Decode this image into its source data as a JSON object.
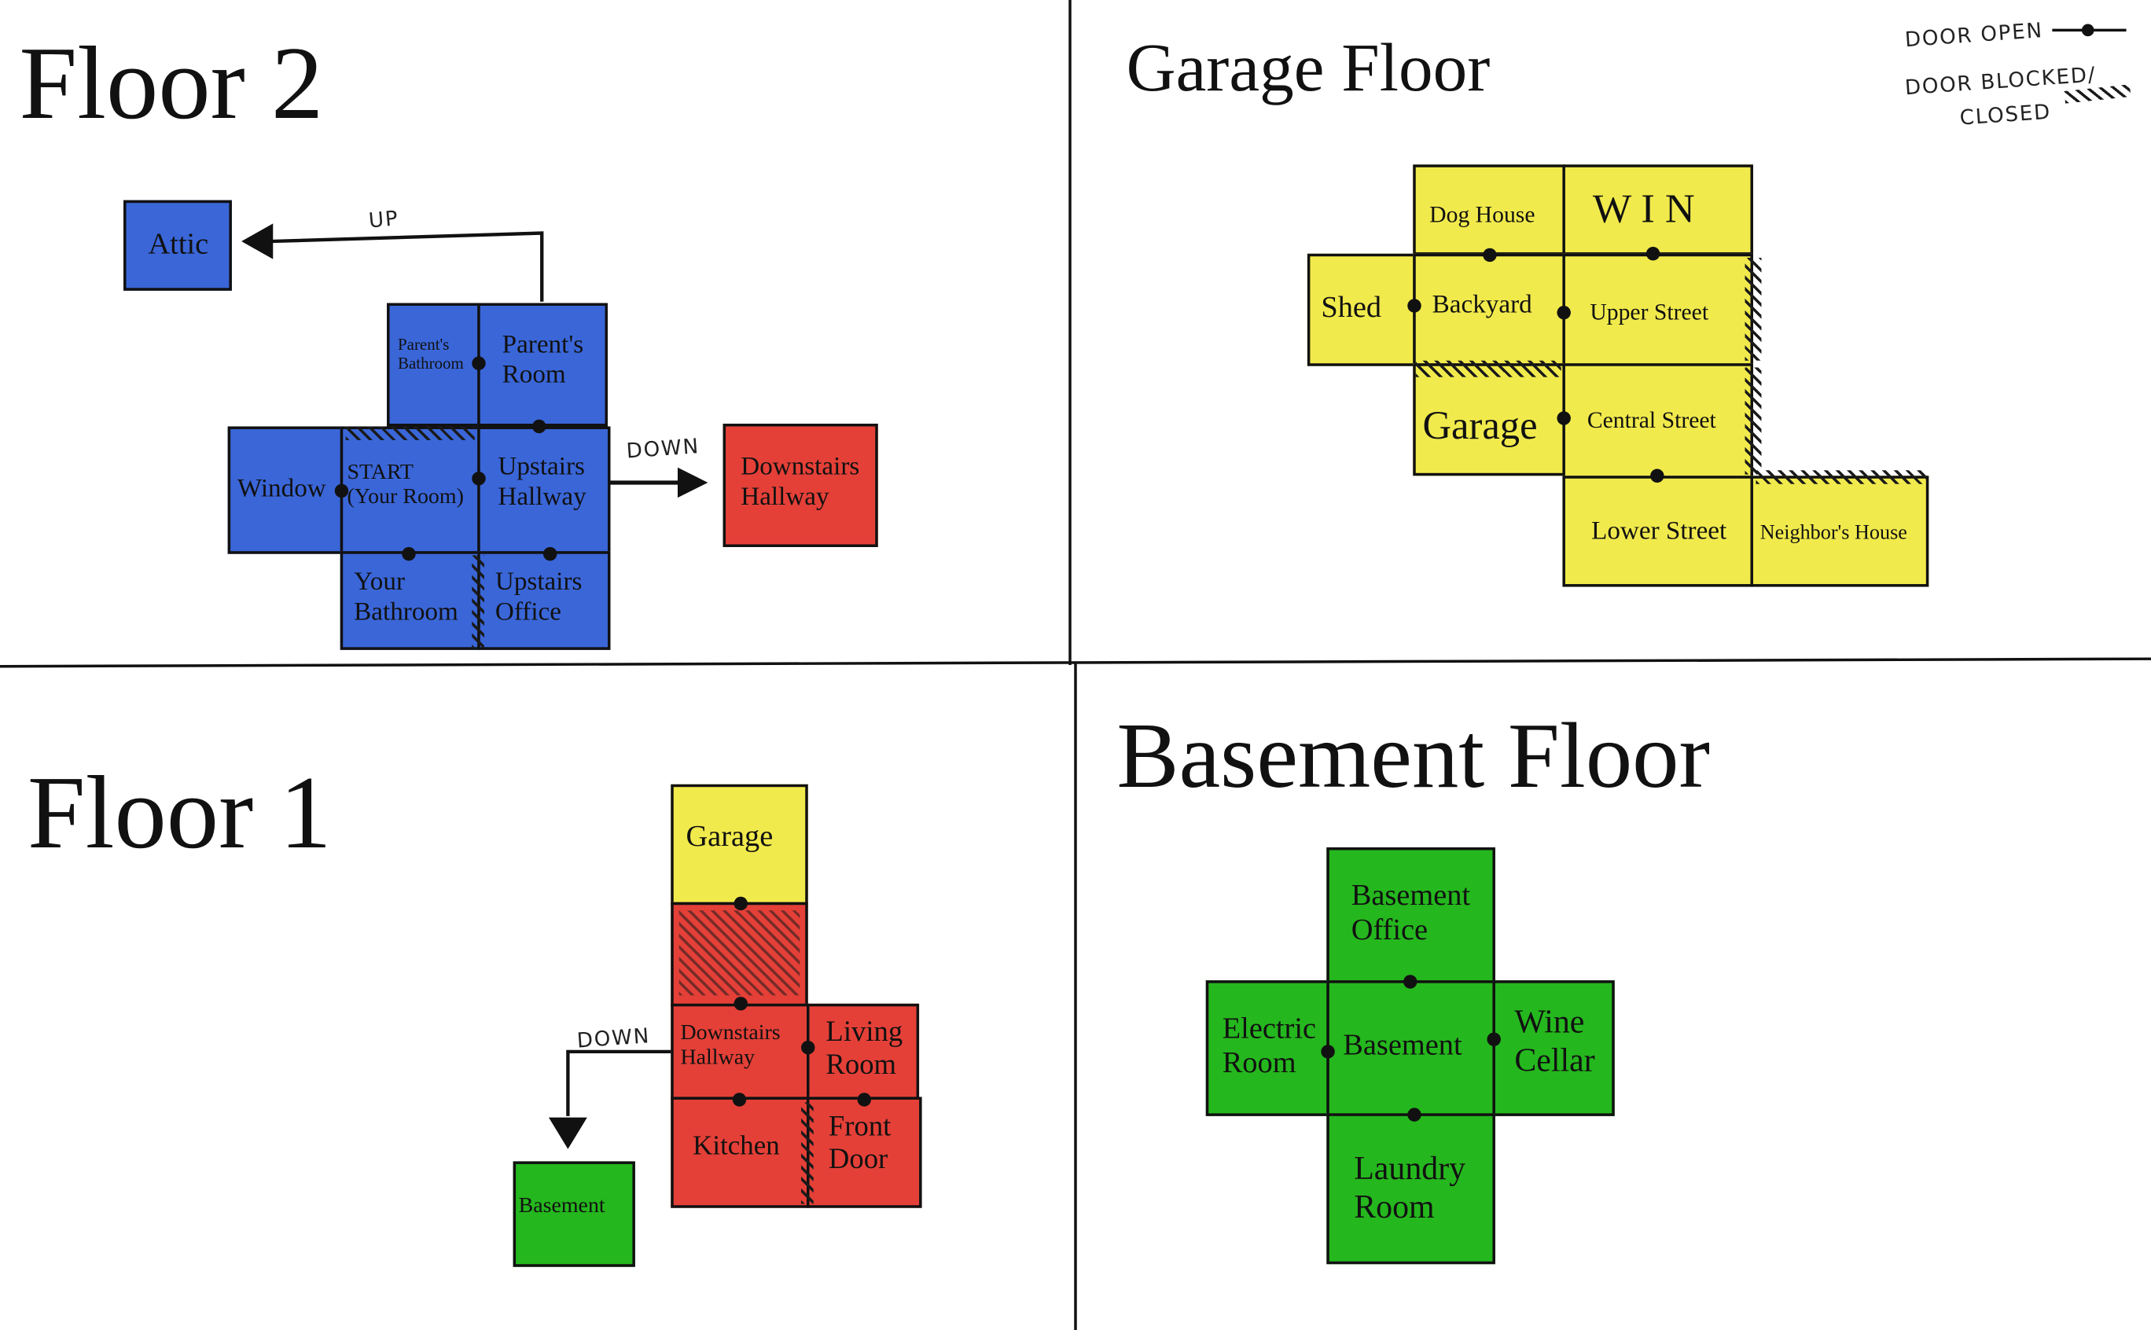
{
  "floor2": {
    "title": "Floor 2",
    "up_label": "UP",
    "down_label": "DOWN",
    "rooms": {
      "attic": "Attic",
      "parents_bathroom": "Parent's\nBathroom",
      "parents_room": "Parent's\nRoom",
      "window": "Window",
      "start": "START\n(Your Room)",
      "upstairs_hallway": "Upstairs\nHallway",
      "downstairs_hallway": "Downstairs\nHallway",
      "your_bathroom": "Your\nBathroom",
      "upstairs_office": "Upstairs\nOffice"
    }
  },
  "garage_floor": {
    "title": "Garage Floor",
    "rooms": {
      "dog_house": "Dog House",
      "win": "W I N",
      "shed": "Shed",
      "backyard": "Backyard",
      "upper_street": "Upper Street",
      "garage": "Garage",
      "central_street": "Central Street",
      "lower_street": "Lower Street",
      "neighbors_house": "Neighbor's House"
    }
  },
  "legend": {
    "door_open": "DOOR OPEN",
    "door_blocked_line1": "DOOR BLOCKED/",
    "door_blocked_line2": "CLOSED"
  },
  "floor1": {
    "title": "Floor 1",
    "down_label": "DOWN",
    "rooms": {
      "garage": "Garage",
      "downstairs_hallway": "Downstairs\nHallway",
      "living_room": "Living\nRoom",
      "kitchen": "Kitchen",
      "front_door": "Front\nDoor",
      "basement": "Basement"
    }
  },
  "basement_floor": {
    "title": "Basement Floor",
    "rooms": {
      "basement_office": "Basement\nOffice",
      "electric_room": "Electric\nRoom",
      "basement": "Basement",
      "wine_cellar": "Wine\nCellar",
      "laundry_room": "Laundry\nRoom"
    }
  },
  "colors": {
    "floor2_rooms": "#3a66d8",
    "floor1_rooms": "#e44038",
    "garage_rooms": "#f1ea4c",
    "basement_rooms": "#25b71e"
  }
}
